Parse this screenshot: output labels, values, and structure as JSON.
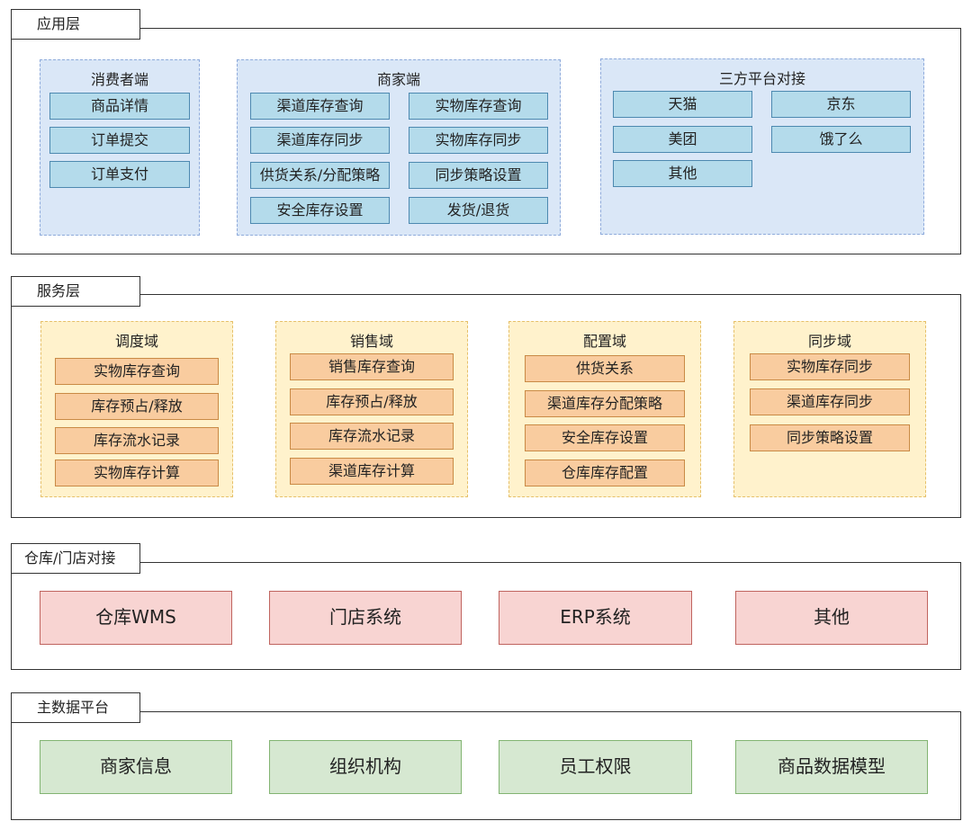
{
  "layers": {
    "app": {
      "title": "应用层",
      "consumer": {
        "title": "消费者端",
        "items": [
          "商品详情",
          "订单提交",
          "订单支付"
        ]
      },
      "merchant": {
        "title": "商家端",
        "items": [
          "渠道库存查询",
          "实物库存查询",
          "渠道库存同步",
          "实物库存同步",
          "供货关系/分配策略",
          "同步策略设置",
          "安全库存设置",
          "发货/退货"
        ]
      },
      "third_party": {
        "title": "三方平台对接",
        "items": [
          "天猫",
          "京东",
          "美团",
          "饿了么",
          "其他"
        ]
      }
    },
    "service": {
      "title": "服务层",
      "dispatch": {
        "title": "调度域",
        "items": [
          "实物库存查询",
          "库存预占/释放",
          "库存流水记录",
          "实物库存计算"
        ]
      },
      "sales": {
        "title": "销售域",
        "items": [
          "销售库存查询",
          "库存预占/释放",
          "库存流水记录",
          "渠道库存计算"
        ]
      },
      "config": {
        "title": "配置域",
        "items": [
          "供货关系",
          "渠道库存分配策略",
          "安全库存设置",
          "仓库库存配置"
        ]
      },
      "sync": {
        "title": "同步域",
        "items": [
          "实物库存同步",
          "渠道库存同步",
          "同步策略设置"
        ]
      }
    },
    "warehouse": {
      "title": "仓库/门店对接",
      "items": [
        "仓库WMS",
        "门店系统",
        "ERP系统",
        "其他"
      ]
    },
    "master_data": {
      "title": "主数据平台",
      "items": [
        "商家信息",
        "组织机构",
        "员工权限",
        "商品数据模型"
      ]
    }
  },
  "colors": {
    "app_group_bg": "#dae7f7",
    "app_item_bg": "#b4dbeb",
    "service_group_bg": "#fff2cc",
    "service_item_bg": "#f9cc9f",
    "warehouse_item_bg": "#f8d4d2",
    "master_item_bg": "#d6e8d1"
  }
}
